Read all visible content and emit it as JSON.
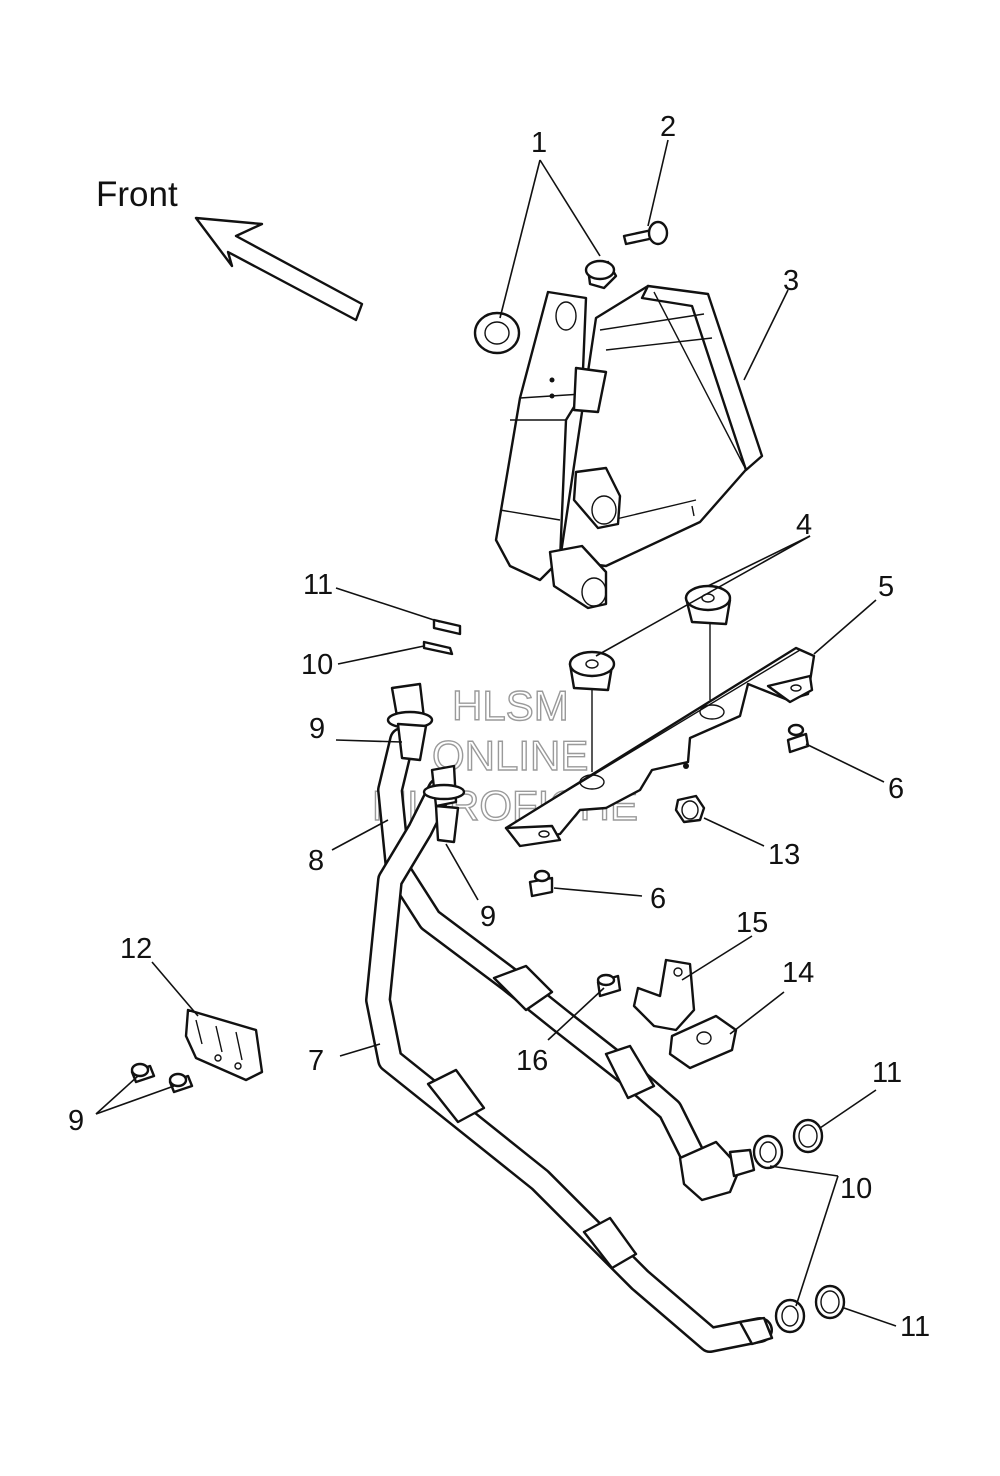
{
  "direction": {
    "label": "Front",
    "icon": "front-arrow-icon"
  },
  "watermark": {
    "line1": "HLSM",
    "line2": "ONLINE",
    "line3": "MICROFICHE"
  },
  "callouts": {
    "c1": "1",
    "c2": "2",
    "c3": "3",
    "c4": "4",
    "c5": "5",
    "c6a": "6",
    "c6b": "6",
    "c7": "7",
    "c8": "8",
    "c9a": "9",
    "c9b": "9",
    "c9c": "9",
    "c10a": "10",
    "c10b": "10",
    "c11a": "11",
    "c11b": "11",
    "c11c": "11",
    "c12": "12",
    "c13": "13",
    "c14": "14",
    "c15": "15",
    "c16": "16"
  }
}
